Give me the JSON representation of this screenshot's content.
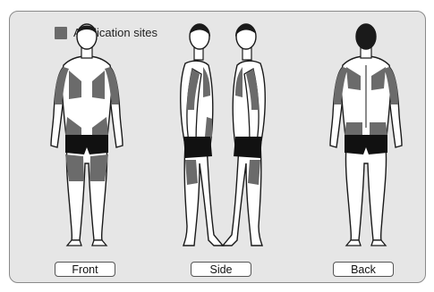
{
  "legend": {
    "label": "Application sites",
    "swatch_color": "#6b6b6b"
  },
  "views": [
    {
      "label": "Front"
    },
    {
      "label": "Side"
    },
    {
      "label": "Back"
    }
  ],
  "colors": {
    "panel_background": "#e6e6e6",
    "site_fill": "#6b6b6b",
    "body_fill": "#ffffff",
    "shorts": "#111111",
    "hair": "#1a1a1a",
    "outline": "#1a1a1a"
  }
}
